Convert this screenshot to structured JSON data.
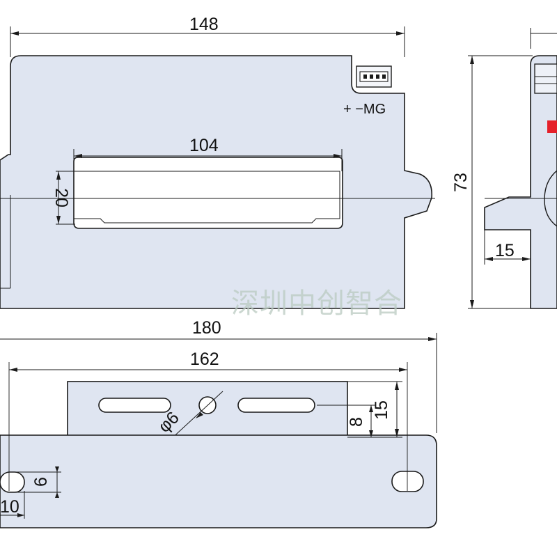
{
  "drawing": {
    "dimensions": {
      "front_width": "148",
      "window_width": "104",
      "window_height": "20",
      "side_height": "73",
      "side_foot": "15",
      "base_width": "180",
      "hole_pitch": "162",
      "bracket_height": "15",
      "slot_offset": "8",
      "center_hole": "φ6",
      "slot_width": "6",
      "slot_edge": "10"
    },
    "connector_label": "+ −MG",
    "watermark": "深圳中创智合",
    "colors": {
      "body_fill": "#dfe5f1",
      "outline": "#1a1a1a",
      "indicator_red": "#e5202a",
      "watermark": "#b9c9c0"
    }
  }
}
